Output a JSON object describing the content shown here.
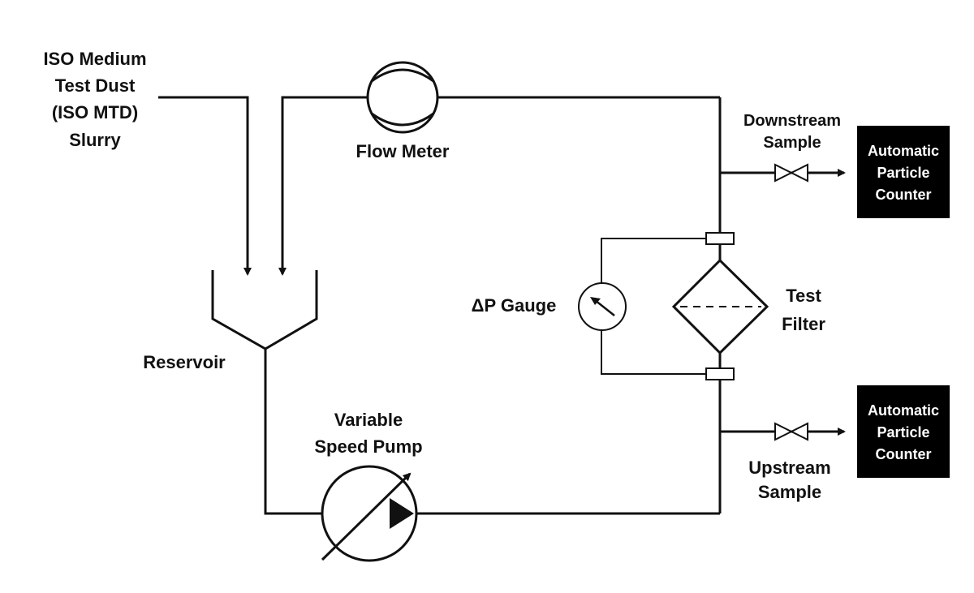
{
  "labels": {
    "slurry": [
      "ISO Medium",
      "Test Dust",
      "(ISO MTD)",
      "Slurry"
    ],
    "flow_meter": "Flow Meter",
    "reservoir": "Reservoir",
    "pump": [
      "Variable",
      "Speed Pump"
    ],
    "dp_gauge": "ΔP Gauge",
    "test_filter": [
      "Test",
      "Filter"
    ],
    "downstream_sample": [
      "Downstream",
      "Sample"
    ],
    "upstream_sample": [
      "Upstream",
      "Sample"
    ],
    "particle_counter_top": [
      "Automatic",
      "Particle",
      "Counter"
    ],
    "particle_counter_bottom": [
      "Automatic",
      "Particle",
      "Counter"
    ]
  },
  "colors": {
    "line": "#111111",
    "counter_box": "#000000",
    "counter_text": "#ffffff"
  }
}
